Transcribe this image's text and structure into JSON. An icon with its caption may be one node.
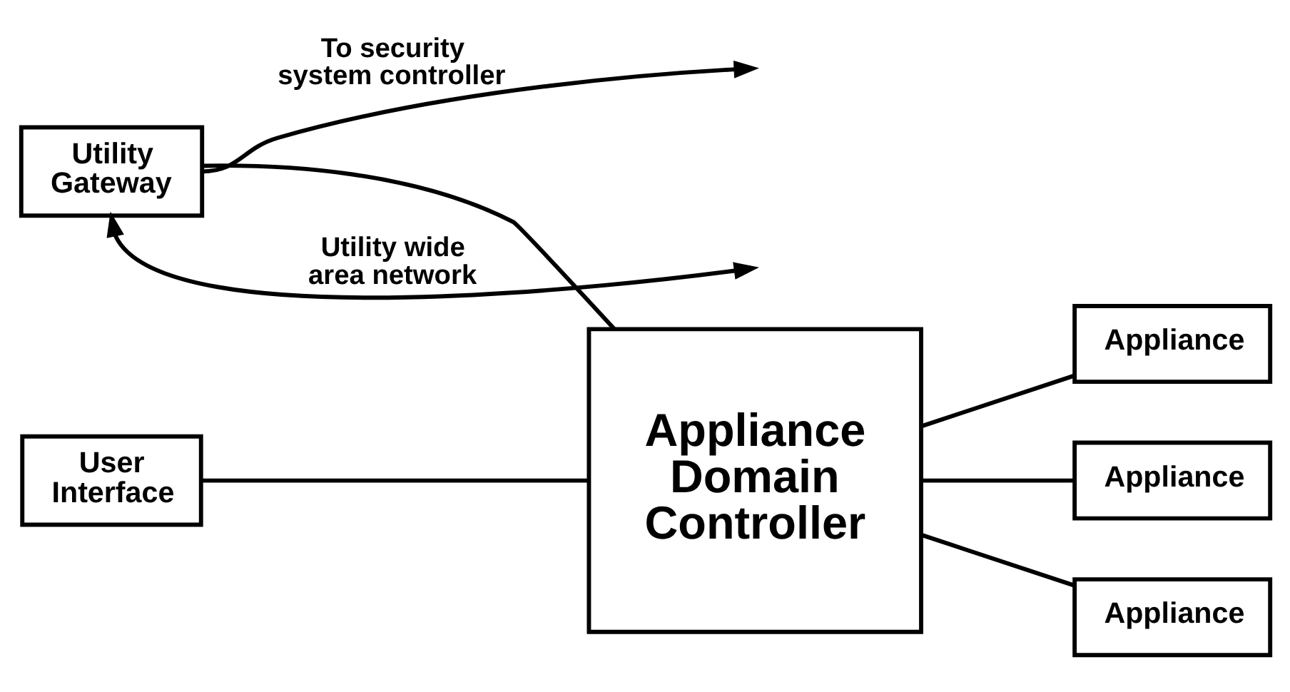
{
  "diagram": {
    "nodes": [
      {
        "text": [
          "User Interface"
        ]
      },
      {
        "text": [
          "Appliance Domain Controller"
        ]
      },
      {
        "text": [
          "Appliance"
        ]
      },
      {
        "text": [
          "Appliance"
        ]
      },
      {
        "text": [
          "Appliance"
        ]
      },
      {
        "text": [
          "Utility Gateway"
        ]
      }
    ],
    "edges": [
      {
        "from": 0,
        "to": 1,
        "arrow": "none"
      },
      {
        "from": 1,
        "to": 2,
        "arrow": "none"
      },
      {
        "from": 1,
        "to": 3,
        "arrow": "none"
      },
      {
        "from": 1,
        "to": 4,
        "arrow": "none"
      },
      {
        "from": 5,
        "to": 1,
        "arrow": "none"
      },
      {
        "from": 5,
        "to": null,
        "arrow": "both",
        "label": "Utility wide area network"
      },
      {
        "from": 5,
        "to": null,
        "arrow": "to",
        "label": "To security system controller"
      }
    ]
  }
}
